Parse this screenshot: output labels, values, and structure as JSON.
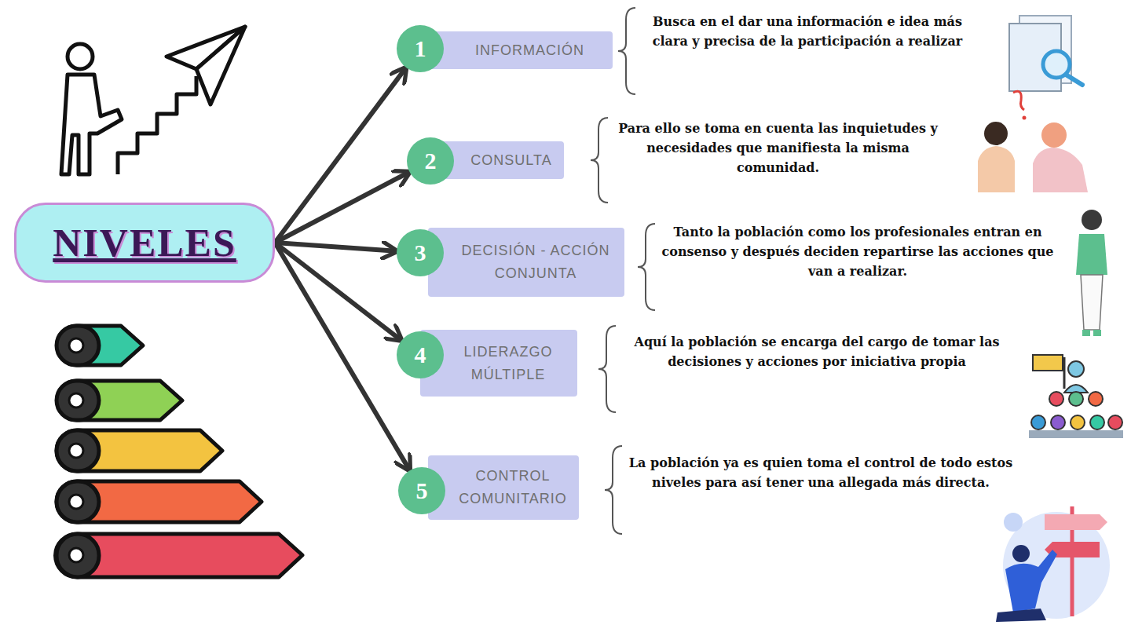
{
  "diagram": {
    "nodes": [
      {
        "text": [
          "NIVELES"
        ]
      },
      {
        "text": [
          "1"
        ]
      },
      {
        "text": [
          "INFORMACIÓN"
        ]
      },
      {
        "text": [
          "2"
        ]
      },
      {
        "text": [
          "CONSULTA"
        ]
      },
      {
        "text": [
          "3"
        ]
      },
      {
        "text": [
          "DECISIÓN - ACCIÓN CONJUNTA"
        ]
      },
      {
        "text": [
          "4"
        ]
      },
      {
        "text": [
          "LIDERAZGO MÚLTIPLE"
        ]
      },
      {
        "text": [
          "5"
        ]
      },
      {
        "text": [
          "CONTROL COMUNITARIO"
        ]
      }
    ],
    "edges": [
      {
        "from": 0,
        "to": 1,
        "arrow": "to"
      },
      {
        "from": 0,
        "to": 3,
        "arrow": "to"
      },
      {
        "from": 0,
        "to": 5,
        "arrow": "to"
      },
      {
        "from": 0,
        "to": 7,
        "arrow": "to"
      },
      {
        "from": 0,
        "to": 9,
        "arrow": "to"
      }
    ],
    "labels": [
      "Busca en el dar una información e idea más clara y precisa de la participación a realizar",
      "Para ello se toma en cuenta las inquietudes y necesidades que manifiesta la misma comunidad.",
      "Tanto la población como los profesionales entran en consenso y después deciden repartirse las acciones que van a realizar.",
      "Aquí la población se encarga del cargo de tomar las decisiones y acciones por iniciativa propia",
      "La población ya es quien toma el control de todo estos niveles para así tener una allegada más directa."
    ]
  }
}
